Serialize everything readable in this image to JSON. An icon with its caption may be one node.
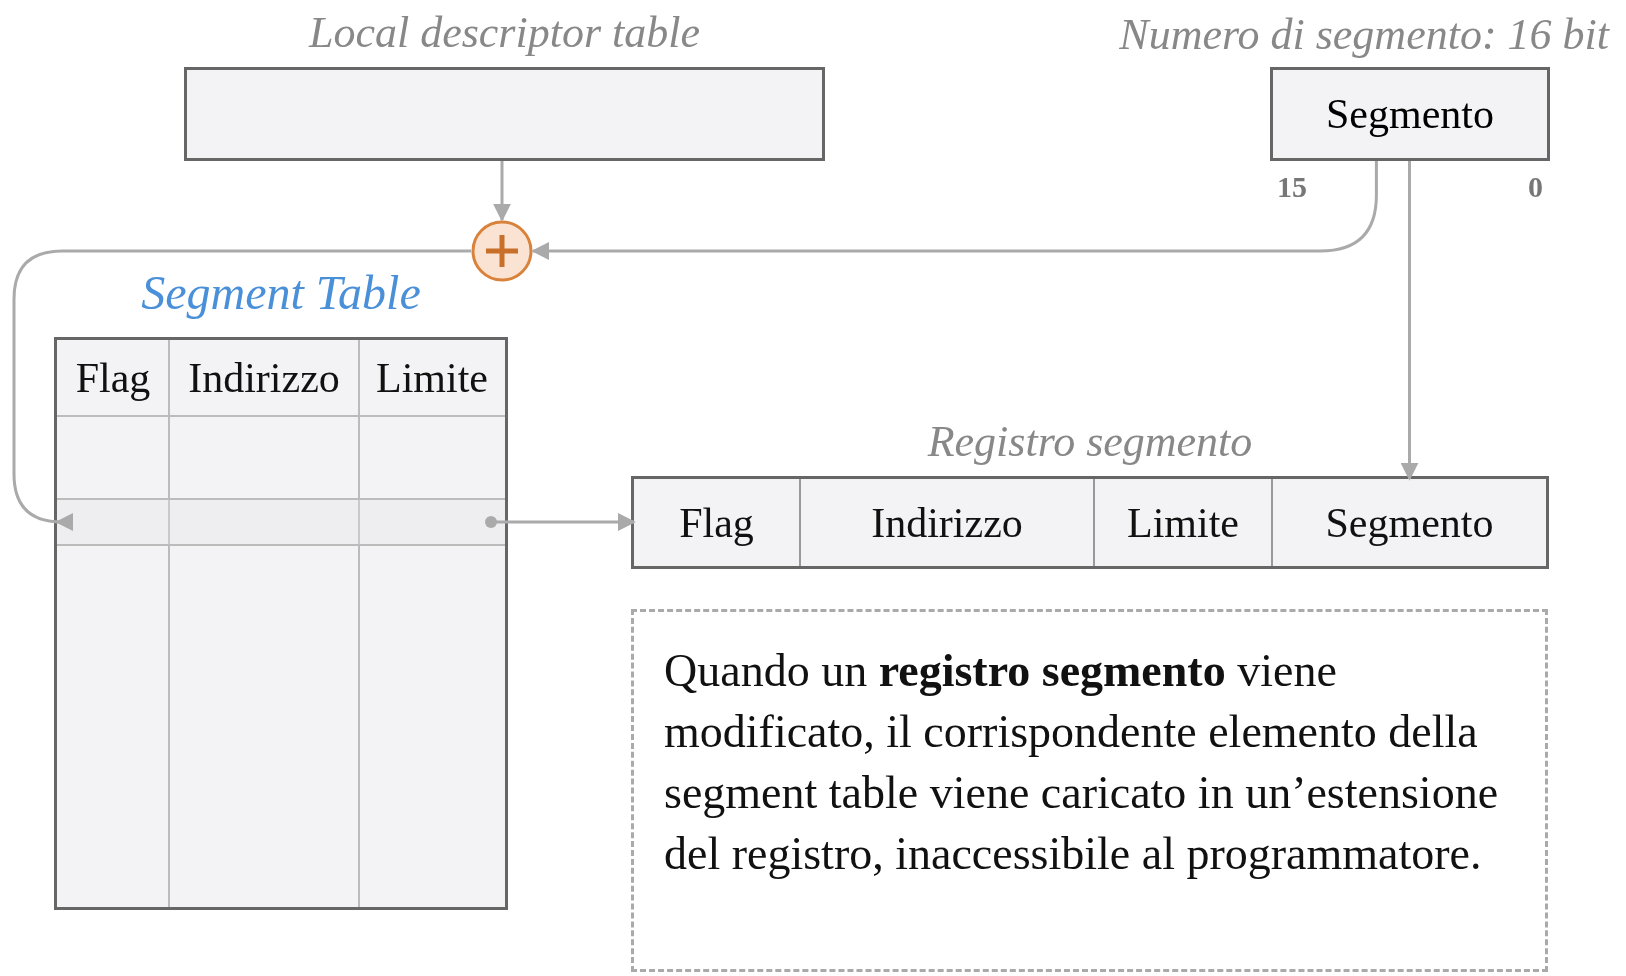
{
  "diagram": {
    "nodes": [
      {
        "text": [
          "Local descriptor table"
        ]
      },
      {
        "text": [
          "Numero di segmento: 16 bit",
          "Segmento"
        ],
        "beside": [
          "15",
          "0"
        ]
      },
      {
        "text": [],
        "shape": "circle"
      },
      {
        "text": [
          "Segment Table"
        ]
      },
      {
        "text": [],
        "shape": "bar",
        "in": 3
      },
      {
        "text": [
          "Registro segmento"
        ]
      },
      {
        "text": [
          "Flag"
        ],
        "in": 5
      },
      {
        "text": [
          "Indirizzo"
        ],
        "in": 5
      },
      {
        "text": [
          "Limite"
        ],
        "in": 5
      },
      {
        "text": [
          "Segmento"
        ],
        "in": 5
      },
      {
        "text": [
          "Quando un **registro segmento** viene modificato, il corrispondente elemento della segment table viene caricato in un’estensione del registro, inaccessibile al programmatore."
        ]
      }
    ],
    "edges": [
      {
        "from": 0,
        "to": 2,
        "arrow": "to"
      },
      {
        "from": 1,
        "to": 2,
        "arrow": "to"
      },
      {
        "from": 1,
        "to": 9,
        "arrow": "to"
      },
      {
        "from": 2,
        "to": 4,
        "arrow": "to"
      },
      {
        "from": 4,
        "to": 6,
        "arrow": "to"
      }
    ],
    "labels": [
      "Flag",
      "Indirizzo",
      "Limite"
    ]
  }
}
